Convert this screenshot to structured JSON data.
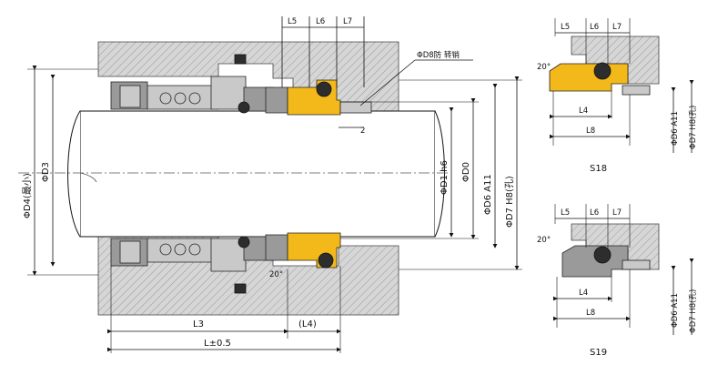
{
  "main_view": {
    "labels": {
      "L5": "L5",
      "L6": "L6",
      "L7": "L7",
      "D8": "ΦD8防 转销",
      "D4": "ΦD4(最小)",
      "D3": "ΦD3",
      "D1": "ΦD1 h6",
      "D0": "ΦD0",
      "D6": "ΦD6 A11",
      "D7": "ΦD7 H8(孔)",
      "dim2": "2",
      "angle": "20°",
      "L3": "L3",
      "L4p": "(L4)",
      "L": "L±0.5"
    }
  },
  "detail_s18": {
    "caption": "S18",
    "labels": {
      "L5": "L5",
      "L6": "L6",
      "L7": "L7",
      "angle": "20°",
      "L4": "L4",
      "L8": "L8",
      "D6": "ΦD6 A11",
      "D7": "ΦD7 H8(孔)"
    }
  },
  "detail_s19": {
    "caption": "S19",
    "labels": {
      "L5": "L5",
      "L6": "L6",
      "L7": "L7",
      "angle": "20°",
      "L4": "L4",
      "L8": "L8",
      "D6": "ΦD6 A11",
      "D7": "ΦD7 H8(孔)"
    }
  },
  "colors": {
    "seat": "#f3b81a",
    "oring": "#2d2d2d",
    "housing": "#cfcfcf"
  }
}
